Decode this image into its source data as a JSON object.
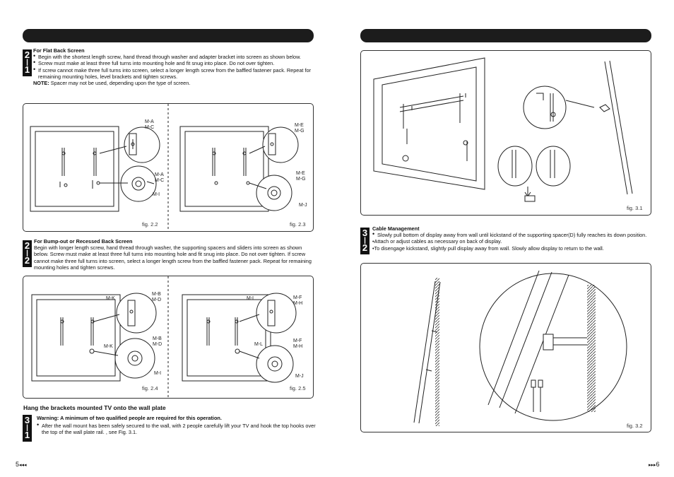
{
  "left_page": {
    "step_211": {
      "badge": [
        "2",
        "|",
        "1"
      ],
      "title": "For Flat Back Screen",
      "bullets": [
        "Begin with the shortest length screw, hand thread through washer and adapter bracket into screen as shown below.",
        "Screw must make at least three full turns into mounting hole and fit snug into place. Do not over tighten.",
        "If screw cannot make three full turns into screen, select a longer length screw from the baffled fastener pack. Repeat for remaining mounting holes, level brackets and tighten screws."
      ],
      "note_label": "NOTE:",
      "note_text": " Spacer may not be used, depending upon the type of screen."
    },
    "fig_2_2": {
      "caption": "fig. 2.2",
      "top_label": "M-A\nM-C",
      "mid_label": "M-A\nM-C",
      "bot_label": "M-I"
    },
    "fig_2_3": {
      "caption": "fig. 2.3",
      "top_label": "M-E\nM-G",
      "mid_label": "M-E\nM-G",
      "bot_label": "M-J"
    },
    "step_221": {
      "badge": [
        "2",
        "|",
        "2"
      ],
      "title": "For Bump-out or Recessed Back Screen",
      "text": "Begin with longer length screw, hand thread through washer, the supporting spacers and sliders into screen as shown below. Screw must make at least three full turns into mounting hole and fit snug into place. Do not over tighten. If screw cannot make three full turns into screen, select a longer length screw from the baffled fastener pack. Repeat for remaining mounting holes and tighten screws."
    },
    "fig_2_4": {
      "caption": "fig. 2.4",
      "k_top": "M-K",
      "top_label": "M-B\nM-D",
      "k_mid": "M-K",
      "mid_label": "M-B\nM-D",
      "bot_label": "M-I"
    },
    "fig_2_5": {
      "caption": "fig. 2.5",
      "l_top": "M-L",
      "top_label": "M-F\nM-H",
      "l_mid": "M-L",
      "mid_label": "M-F\nM-H",
      "bot_label": "M-J"
    },
    "hang_heading": "Hang the brackets mounted TV onto the wall plate",
    "step_31": {
      "badge": [
        "3",
        "|",
        "1"
      ],
      "warning": "Warning: A minimum of two qualified people are required for this operation.",
      "bullet": "After the wall mount has been safely secured to the wall, with 2 people carefully lift your TV and hook the top hooks over the top of the wall plate rail. , see Fig. 3.1."
    },
    "page_number": "5"
  },
  "right_page": {
    "fig_3_1": {
      "caption": "fig. 3.1"
    },
    "step_32": {
      "badge": [
        "3",
        "|",
        "2"
      ],
      "title": "Cable Management",
      "lines": [
        "Slowly pull bottom of display away from wall until kickstand of the supporting spacer(D) fully reaches its down position.",
        "•Attach or adjust cables as necessary on back of display.",
        "•To disengage kickstand, slightly pull display away from wall. Slowly allow display to return to the wall."
      ]
    },
    "fig_3_2": {
      "caption": "fig. 3.2"
    },
    "page_number": "6"
  }
}
